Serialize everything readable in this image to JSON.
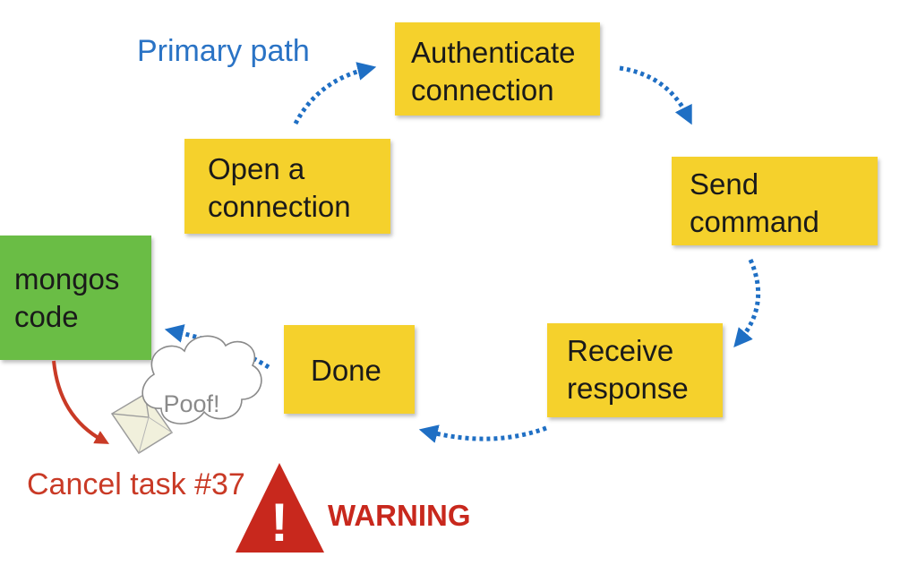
{
  "diagram": {
    "primary_path_label": "Primary path",
    "steps": {
      "authenticate": [
        "Authenticate",
        "connection"
      ],
      "open": [
        "Open a",
        "connection"
      ],
      "send": [
        "Send",
        "command"
      ],
      "receive": [
        "Receive",
        "response"
      ],
      "done": [
        "Done"
      ]
    },
    "mongos": [
      "mongos",
      "code"
    ],
    "cloud_text": "Poof!",
    "cancel_label": "Cancel task #37",
    "warning_label": "WARNING",
    "warning_symbol": "!"
  },
  "colors": {
    "note": "#f5d12c",
    "mongos": "#6abd45",
    "path": "#1f6fc4",
    "cancel": "#c93a26",
    "warning": "#c8281d"
  },
  "icons": [
    "envelope-icon",
    "cloud-icon",
    "warning-triangle-icon",
    "arrowhead-icon"
  ]
}
